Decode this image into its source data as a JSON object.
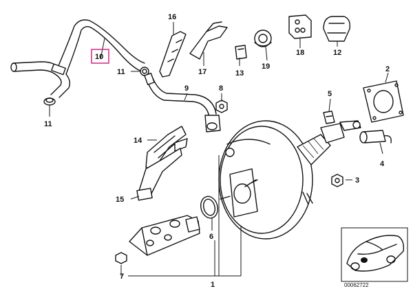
{
  "parts": {
    "p1": "1",
    "p2": "2",
    "p3": "3",
    "p4": "4",
    "p5": "5",
    "p6": "6",
    "p7": "7",
    "p8": "8",
    "p9": "9",
    "p10": "10",
    "p11a": "11",
    "p11b": "11",
    "p12": "12",
    "p13": "13",
    "p14": "14",
    "p15": "15",
    "p16": "16",
    "p17": "17",
    "p18": "18",
    "p19": "19"
  },
  "highlight_color": "#d6338a",
  "inset": {
    "code": "00062722"
  }
}
